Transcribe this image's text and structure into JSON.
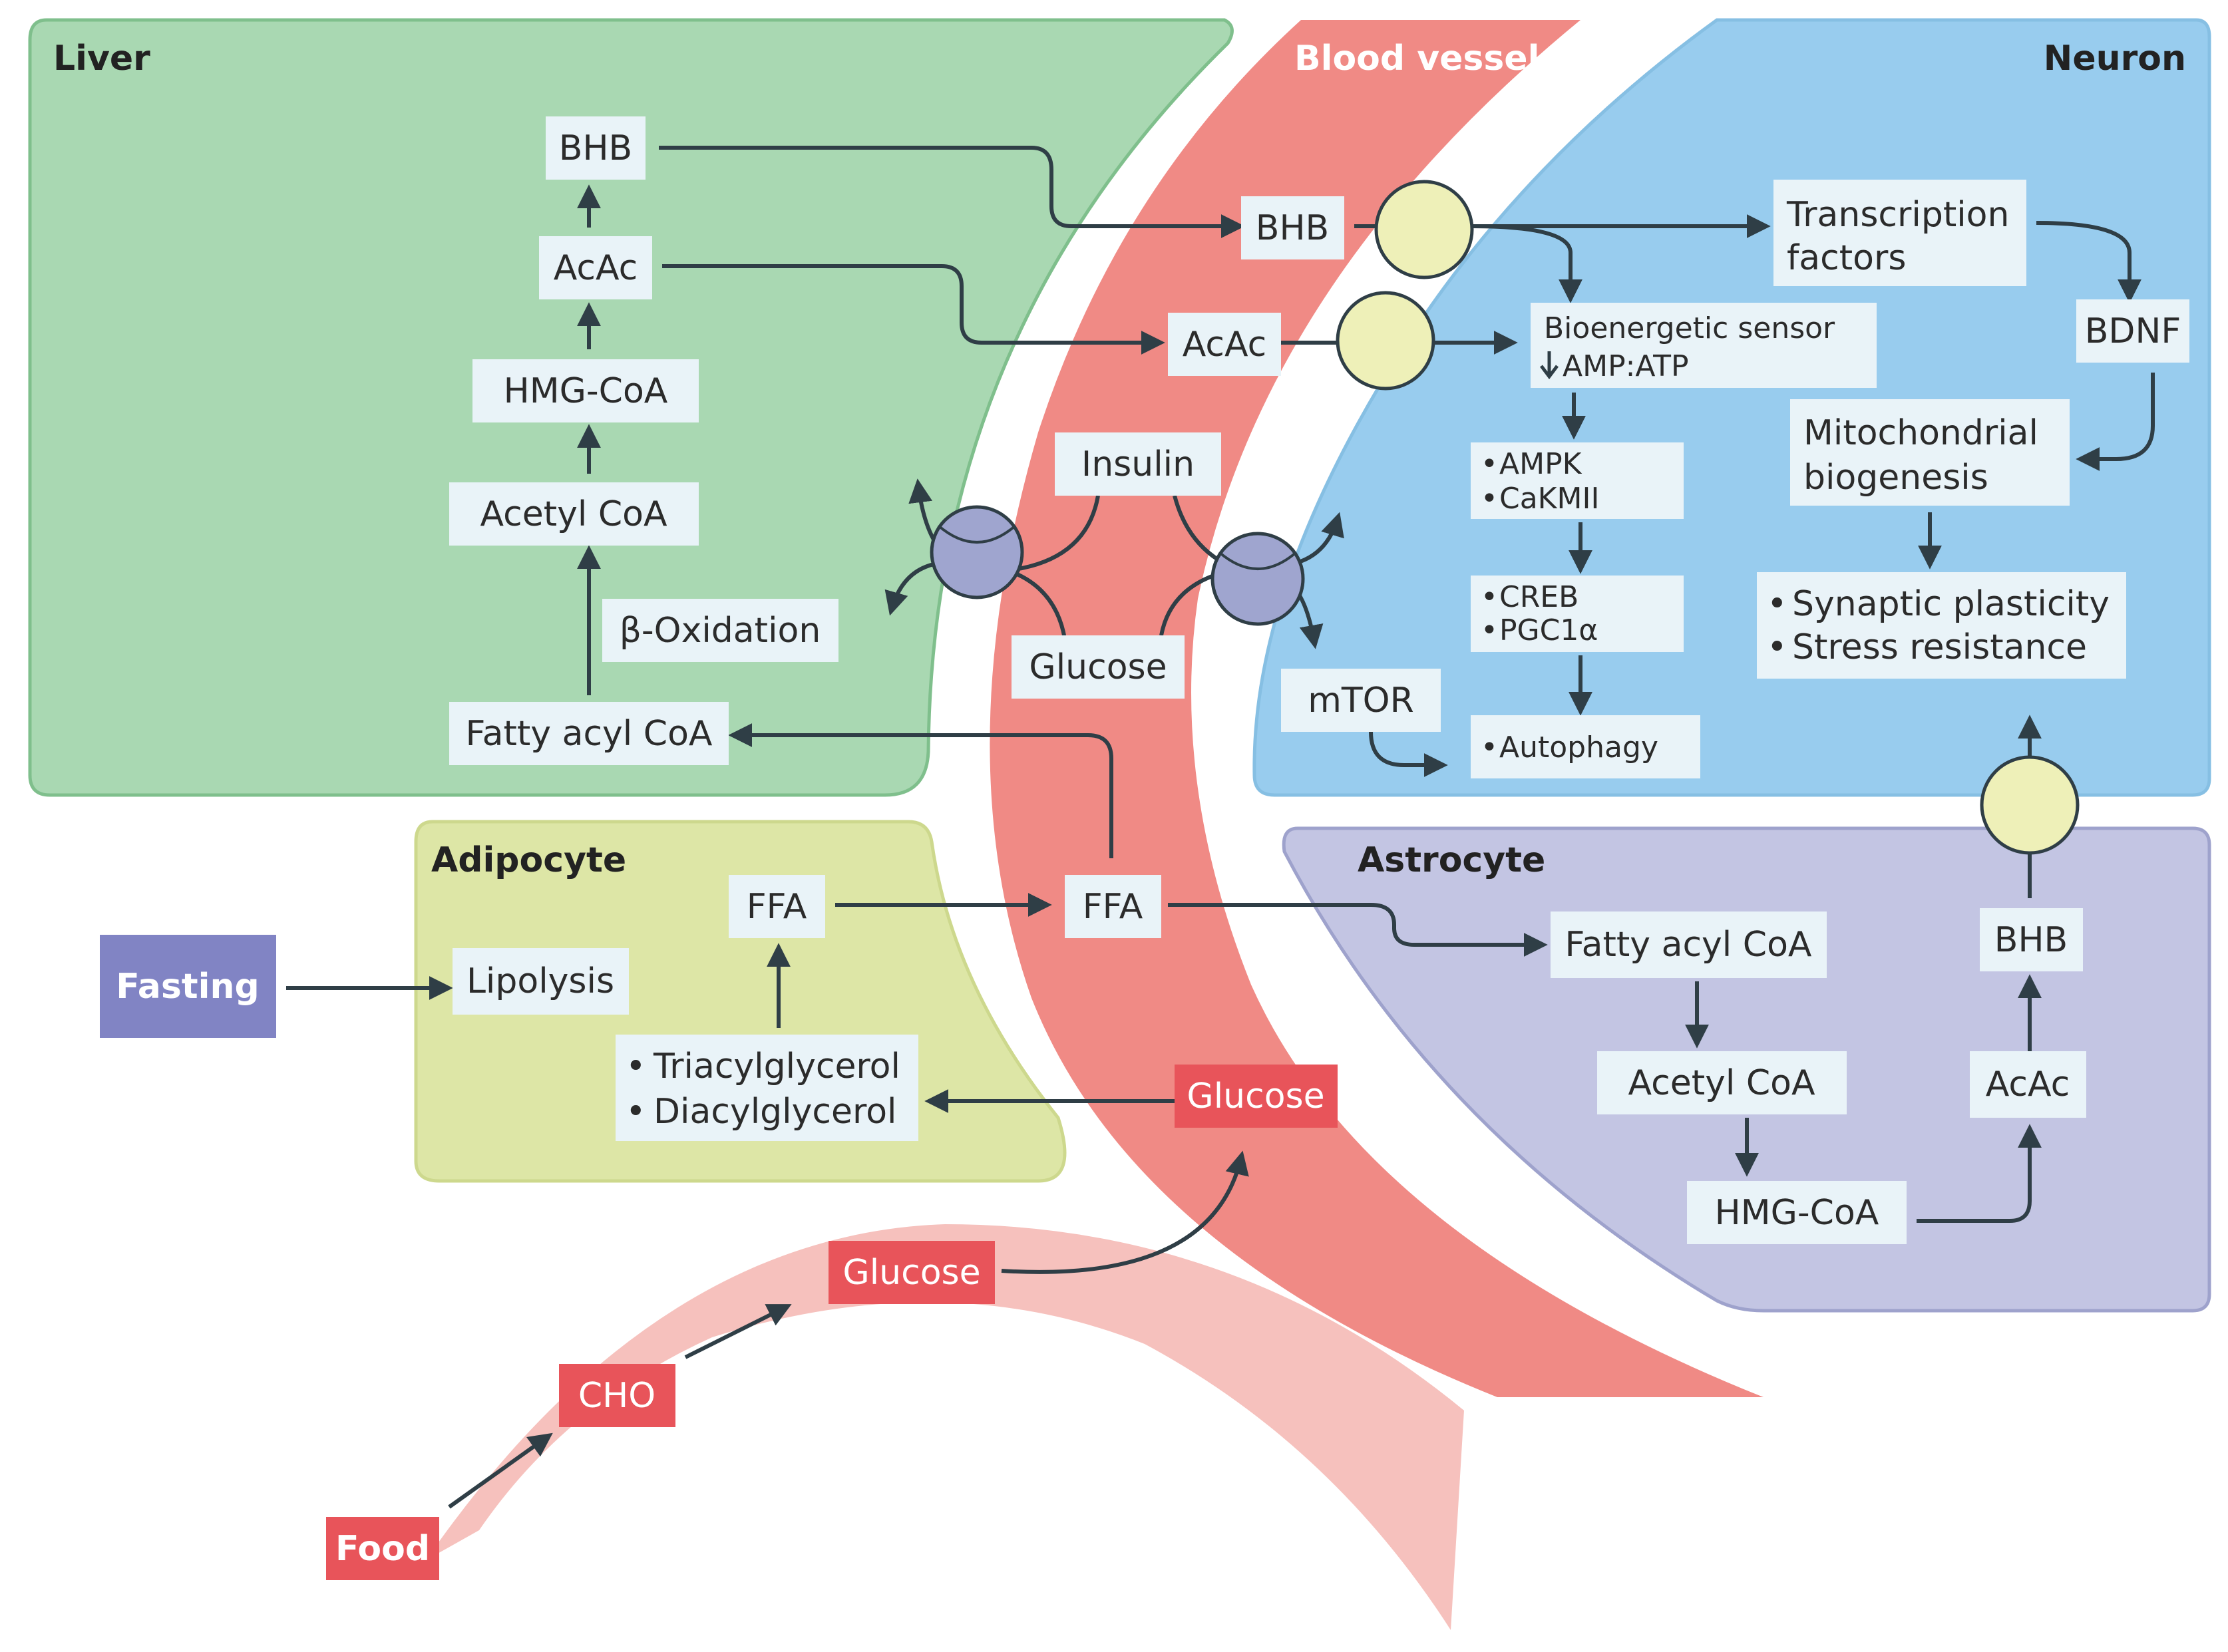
{
  "colors": {
    "liver": "#a9d8b2",
    "neuron": "#98ccee",
    "adipocyte": "#dde6a6",
    "astrocyte": "#c3c5e3",
    "vessel": "#f08a85",
    "red_label": "#e8545a",
    "fasting": "#8184c4",
    "transporter_yellow": "#eef0b8",
    "transporter_blue": "#9fa5cf",
    "node_fill": "#e9f3f8",
    "arrow": "#2f3e46"
  },
  "regions": {
    "liver": "Liver",
    "blood_vessel": "Blood vessel",
    "neuron": "Neuron",
    "adipocyte": "Adipocyte",
    "astrocyte": "Astrocyte"
  },
  "liver": {
    "bhb": "BHB",
    "acac": "AcAc",
    "hmg_coa": "HMG-CoA",
    "acetyl_coa": "Acetyl CoA",
    "beta_oxidation": "β-Oxidation",
    "fatty_acyl_coa": "Fatty acyl CoA"
  },
  "vessel": {
    "bhb": "BHB",
    "acac": "AcAc",
    "insulin": "Insulin",
    "glucose": "Glucose",
    "ffa": "FFA",
    "glucose_red": "Glucose"
  },
  "neuron": {
    "transcription_factors": [
      "Transcription",
      "factors"
    ],
    "bdnf": "BDNF",
    "bioenergetic_sensor": "Bioenergetic sensor",
    "amp_atp": "AMP:ATP",
    "ampk": "AMPK",
    "cakmii": "CaKMII",
    "creb": "CREB",
    "pgc1a": "PGC1α",
    "mtor": "mTOR",
    "autophagy": "Autophagy",
    "mitochondrial_biogenesis": [
      "Mitochondrial",
      "biogenesis"
    ],
    "synaptic_plasticity": "Synaptic plasticity",
    "stress_resistance": "Stress resistance"
  },
  "adipocyte": {
    "ffa": "FFA",
    "lipolysis": "Lipolysis",
    "triacylglycerol": "Triacylglycerol",
    "diacylglycerol": "Diacylglycerol"
  },
  "astrocyte": {
    "fatty_acyl_coa": "Fatty acyl CoA",
    "acetyl_coa": "Acetyl CoA",
    "hmg_coa": "HMG-CoA",
    "acac": "AcAc",
    "bhb": "BHB"
  },
  "external": {
    "fasting": "Fasting",
    "food": "Food",
    "cho": "CHO",
    "glucose": "Glucose"
  }
}
